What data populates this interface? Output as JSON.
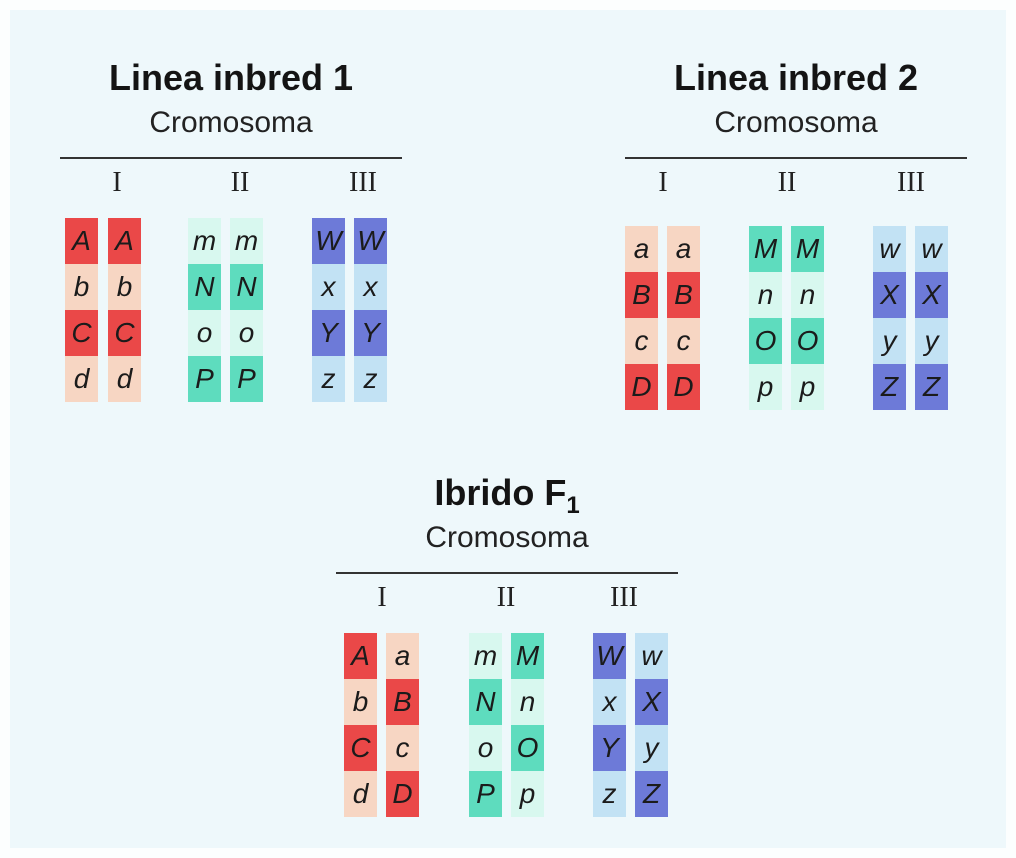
{
  "colors": {
    "I": {
      "dominant": "#ea4848",
      "recessive": "#f7d6c3"
    },
    "II": {
      "dominant": "#5edcbe",
      "recessive": "#d8f8ef"
    },
    "III": {
      "dominant": "#6d7ad8",
      "recessive": "#c2e2f4"
    }
  },
  "panels": [
    {
      "id": "p1",
      "title": "Linea inbred 1",
      "subtitle": "Cromosoma",
      "numerals": [
        "I",
        "II",
        "III"
      ],
      "groups": [
        {
          "numeral": "I",
          "chromosomes": [
            [
              "A",
              "b",
              "C",
              "d"
            ],
            [
              "A",
              "b",
              "C",
              "d"
            ]
          ]
        },
        {
          "numeral": "II",
          "chromosomes": [
            [
              "m",
              "N",
              "o",
              "P"
            ],
            [
              "m",
              "N",
              "o",
              "P"
            ]
          ]
        },
        {
          "numeral": "III",
          "chromosomes": [
            [
              "W",
              "x",
              "Y",
              "z"
            ],
            [
              "W",
              "x",
              "Y",
              "z"
            ]
          ]
        }
      ]
    },
    {
      "id": "p2",
      "title": "Linea inbred 2",
      "subtitle": "Cromosoma",
      "numerals": [
        "I",
        "II",
        "III"
      ],
      "groups": [
        {
          "numeral": "I",
          "chromosomes": [
            [
              "a",
              "B",
              "c",
              "D"
            ],
            [
              "a",
              "B",
              "c",
              "D"
            ]
          ]
        },
        {
          "numeral": "II",
          "chromosomes": [
            [
              "M",
              "n",
              "O",
              "p"
            ],
            [
              "M",
              "n",
              "O",
              "p"
            ]
          ]
        },
        {
          "numeral": "III",
          "chromosomes": [
            [
              "w",
              "X",
              "y",
              "Z"
            ],
            [
              "w",
              "X",
              "y",
              "Z"
            ]
          ]
        }
      ]
    },
    {
      "id": "p3",
      "title": "Ibrido F",
      "title_sub": "1",
      "subtitle": "Cromosoma",
      "numerals": [
        "I",
        "II",
        "III"
      ],
      "groups": [
        {
          "numeral": "I",
          "chromosomes": [
            [
              "A",
              "b",
              "C",
              "d"
            ],
            [
              "a",
              "B",
              "c",
              "D"
            ]
          ]
        },
        {
          "numeral": "II",
          "chromosomes": [
            [
              "m",
              "N",
              "o",
              "P"
            ],
            [
              "M",
              "n",
              "O",
              "p"
            ]
          ]
        },
        {
          "numeral": "III",
          "chromosomes": [
            [
              "W",
              "x",
              "Y",
              "z"
            ],
            [
              "w",
              "X",
              "y",
              "Z"
            ]
          ]
        }
      ]
    }
  ]
}
